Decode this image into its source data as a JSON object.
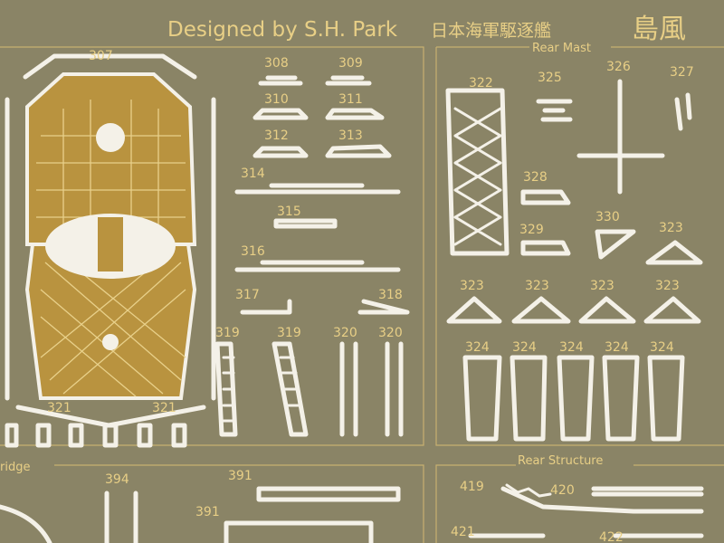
{
  "header": {
    "title": "Designed by S.H. Park",
    "japanese": "日本海軍駆逐艦",
    "kanji": "島風"
  },
  "sections": {
    "rear_mast": "Rear Mast",
    "bridge": "ridge",
    "rear_structure": "Rear Structure"
  },
  "part_numbers": {
    "p307": "307",
    "p308": "308",
    "p309": "309",
    "p310": "310",
    "p311": "311",
    "p312": "312",
    "p313": "313",
    "p314": "314",
    "p315": "315",
    "p316": "316",
    "p317": "317",
    "p318": "318",
    "p319a": "319",
    "p319b": "319",
    "p320a": "320",
    "p320b": "320",
    "p321a": "321",
    "p321b": "321",
    "p322": "322",
    "p325": "325",
    "p326": "326",
    "p327": "327",
    "p328": "328",
    "p329": "329",
    "p330": "330",
    "p323a": "323",
    "p323b": "323",
    "p323c": "323",
    "p323d": "323",
    "p323e": "323",
    "p324a": "324",
    "p324b": "324",
    "p324c": "324",
    "p324d": "324",
    "p324e": "324",
    "p394": "394",
    "p391a": "391",
    "p391b": "391",
    "p419": "419",
    "p420": "420",
    "p421": "421",
    "p422": "422"
  },
  "colors": {
    "metal": "#8a8466",
    "engraving": "#e8cf86",
    "cutout": "#f4f1e8",
    "brass": "#b9933f"
  }
}
